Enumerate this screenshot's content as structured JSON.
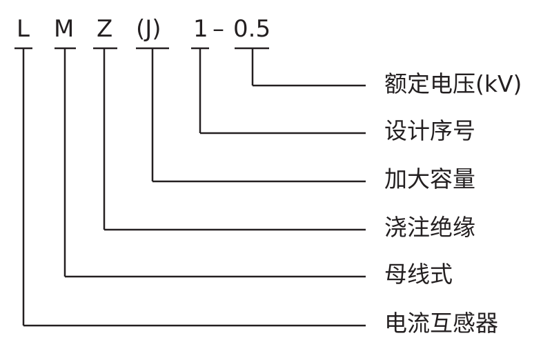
{
  "model_code": {
    "parts": [
      "L",
      "M",
      "Z",
      "(J)",
      "1",
      "–",
      "0.5"
    ]
  },
  "meanings": [
    "额定电压(kV)",
    "设计序号",
    "加大容量",
    "浇注绝缘",
    "母线式",
    "电流互感器"
  ],
  "colors": {
    "ink": "#231f20",
    "background": "#ffffff"
  }
}
